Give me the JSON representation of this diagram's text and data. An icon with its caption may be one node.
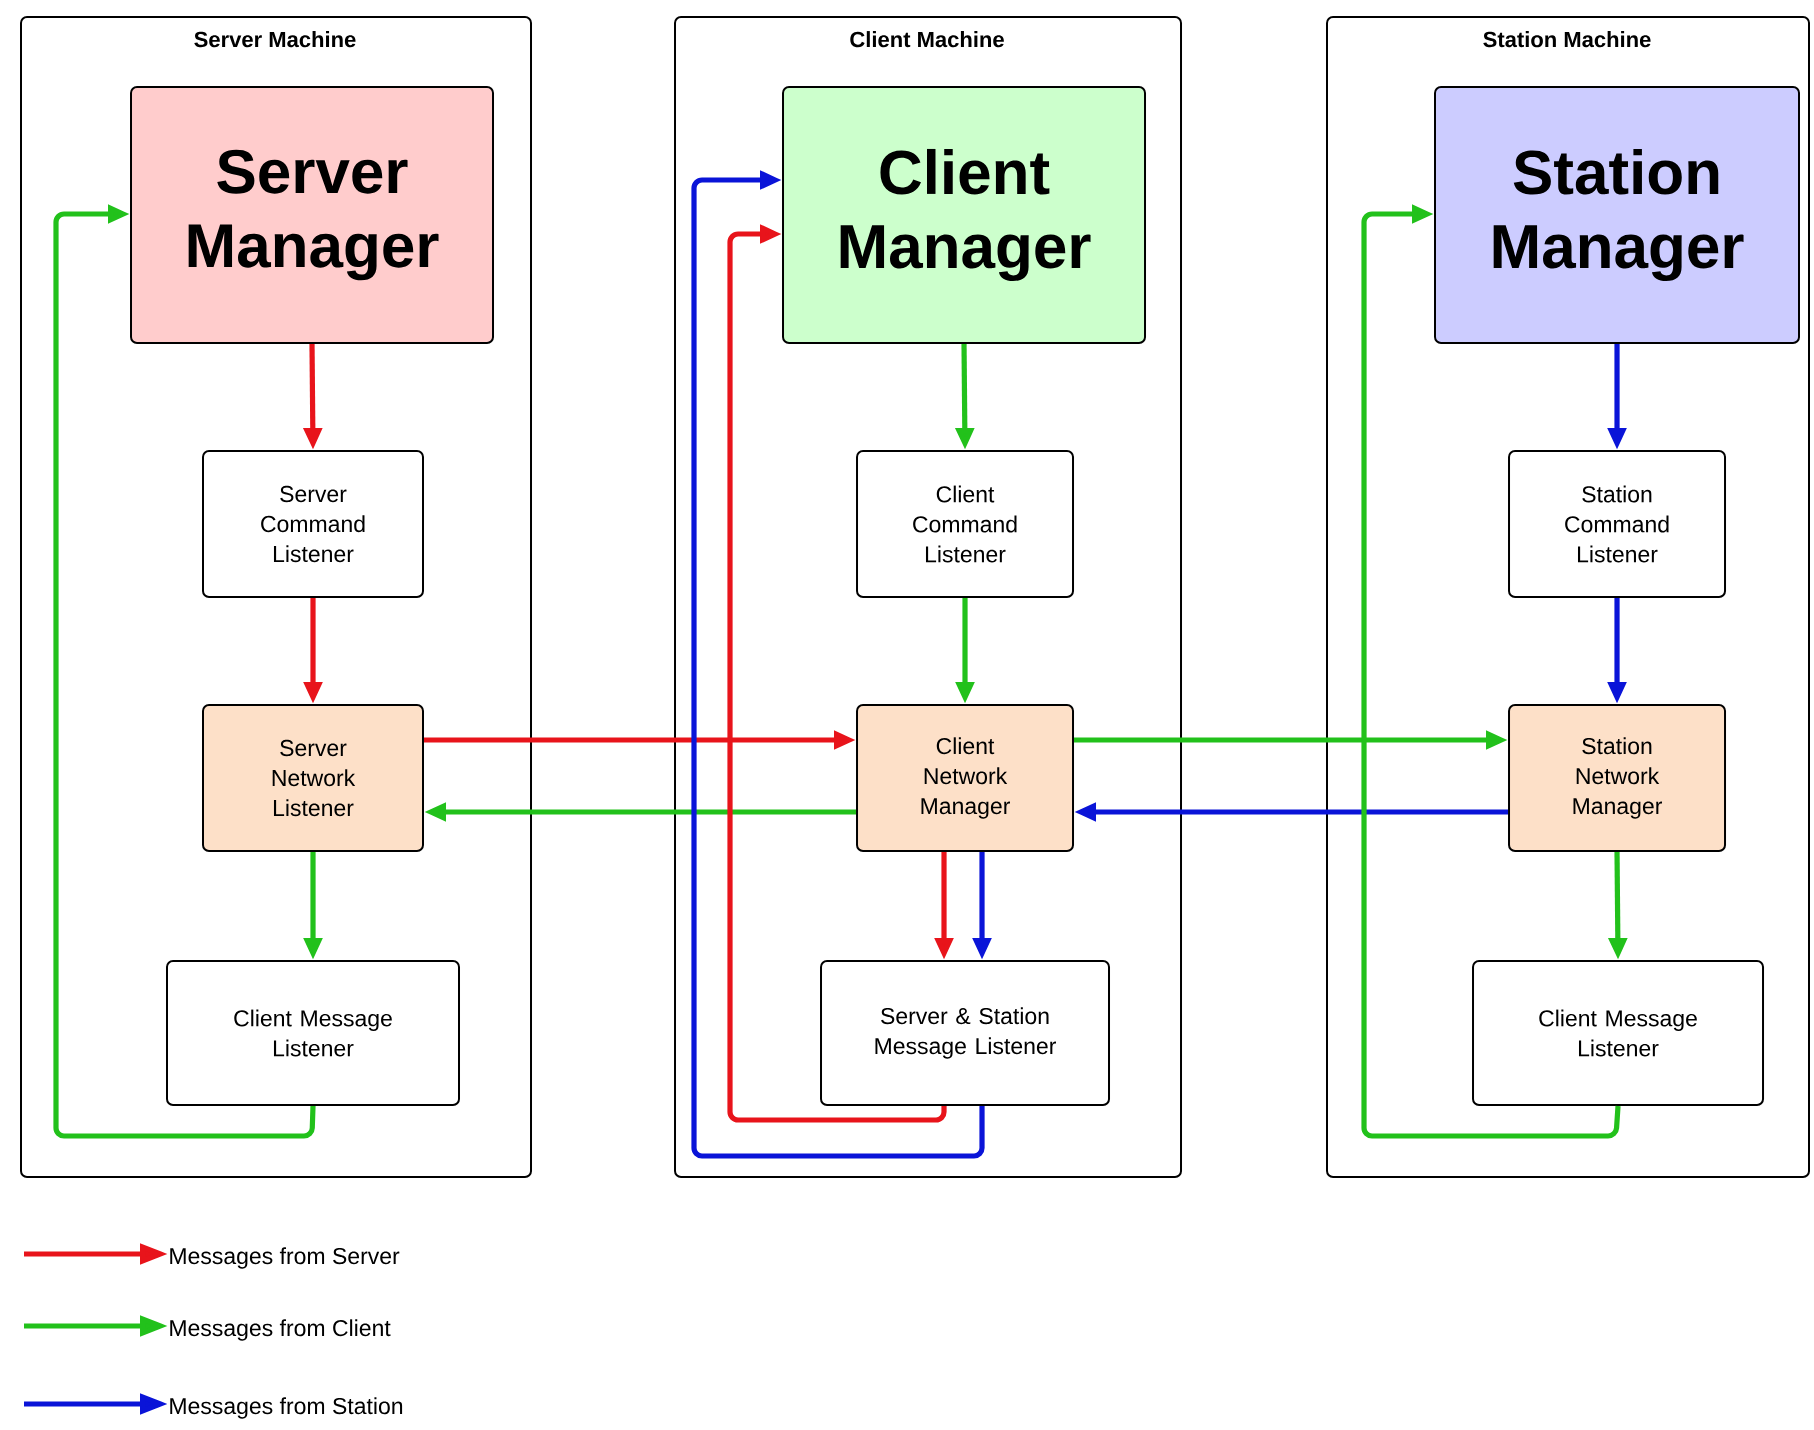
{
  "diagram": {
    "nodes": [
      {
        "text": [
          "Server Machine"
        ]
      },
      {
        "text": [
          "Server Manager"
        ],
        "in": 0
      },
      {
        "text": [
          "Server Command Listener"
        ],
        "in": 0
      },
      {
        "text": [
          "Server Network Listener"
        ],
        "in": 0
      },
      {
        "text": [
          "Client Message Listener"
        ],
        "in": 0
      },
      {
        "text": [
          "Client Machine"
        ]
      },
      {
        "text": [
          "Client Manager"
        ],
        "in": 5
      },
      {
        "text": [
          "Client Command Listener"
        ],
        "in": 5
      },
      {
        "text": [
          "Client Network Manager"
        ],
        "in": 5
      },
      {
        "text": [
          "Server & Station Message Listener"
        ],
        "in": 5
      },
      {
        "text": [
          "Station Machine"
        ]
      },
      {
        "text": [
          "Station Manager"
        ],
        "in": 10
      },
      {
        "text": [
          "Station Command Listener"
        ],
        "in": 10
      },
      {
        "text": [
          "Station Network Manager"
        ],
        "in": 10
      },
      {
        "text": [
          "Client Message Listener"
        ],
        "in": 10
      }
    ],
    "edges": [
      {
        "from": 1,
        "to": 2,
        "arrow": "to",
        "color": "#e8141b"
      },
      {
        "from": 2,
        "to": 3,
        "arrow": "to",
        "color": "#e8141b"
      },
      {
        "from": 3,
        "to": 8,
        "arrow": "to",
        "color": "#e8141b"
      },
      {
        "from": 8,
        "to": 3,
        "arrow": "to"
      },
      {
        "from": 3,
        "to": 4,
        "arrow": "to"
      },
      {
        "from": 4,
        "to": 1,
        "arrow": "to"
      },
      {
        "from": 6,
        "to": 7,
        "arrow": "to"
      },
      {
        "from": 7,
        "to": 8,
        "arrow": "to"
      },
      {
        "from": 8,
        "to": 9,
        "arrow": "to",
        "color": "#e8141b"
      },
      {
        "from": 8,
        "to": 9,
        "arrow": "to",
        "color": "#0a14d8"
      },
      {
        "from": 9,
        "to": 6,
        "arrow": "to",
        "color": "#e8141b"
      },
      {
        "from": 9,
        "to": 6,
        "arrow": "to",
        "color": "#0a14d8"
      },
      {
        "from": 8,
        "to": 13,
        "arrow": "to"
      },
      {
        "from": 13,
        "to": 8,
        "arrow": "to",
        "color": "#0a14d8"
      },
      {
        "from": 11,
        "to": 12,
        "arrow": "to",
        "color": "#0a14d8"
      },
      {
        "from": 12,
        "to": 13,
        "arrow": "to",
        "color": "#0a14d8"
      },
      {
        "from": 13,
        "to": 14,
        "arrow": "to"
      },
      {
        "from": 14,
        "to": 11,
        "arrow": "to"
      }
    ],
    "legend": [
      {
        "text": "Messages from Server"
      },
      {
        "text": "Messages from Client"
      },
      {
        "text": "Messages from Station"
      }
    ]
  }
}
